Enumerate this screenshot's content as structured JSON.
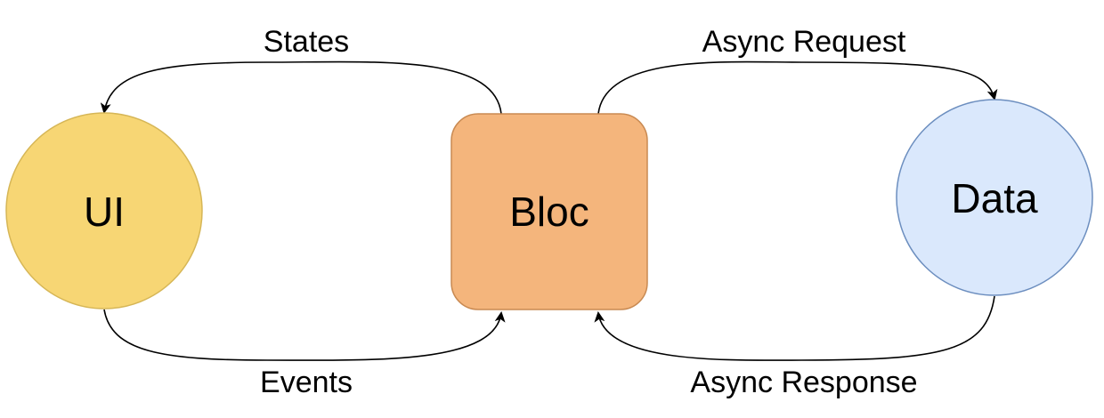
{
  "nodes": {
    "ui": {
      "label": "UI",
      "shape": "circle",
      "fill": "#f7d674",
      "stroke": "#d6b656"
    },
    "bloc": {
      "label": "Bloc",
      "shape": "rounded-rectangle",
      "fill": "#f4b57c",
      "stroke": "#c98a52"
    },
    "data": {
      "label": "Data",
      "shape": "circle",
      "fill": "#dae8fc",
      "stroke": "#6c8ebf"
    }
  },
  "edges": {
    "states": {
      "label": "States",
      "from": "Bloc",
      "to": "UI"
    },
    "events": {
      "label": "Events",
      "from": "UI",
      "to": "Bloc"
    },
    "async_request": {
      "label": "Async Request",
      "from": "Bloc",
      "to": "Data"
    },
    "async_response": {
      "label": "Async Response",
      "from": "Data",
      "to": "Bloc"
    }
  },
  "colors": {
    "edge_stroke": "#000000",
    "background": "#ffffff"
  }
}
